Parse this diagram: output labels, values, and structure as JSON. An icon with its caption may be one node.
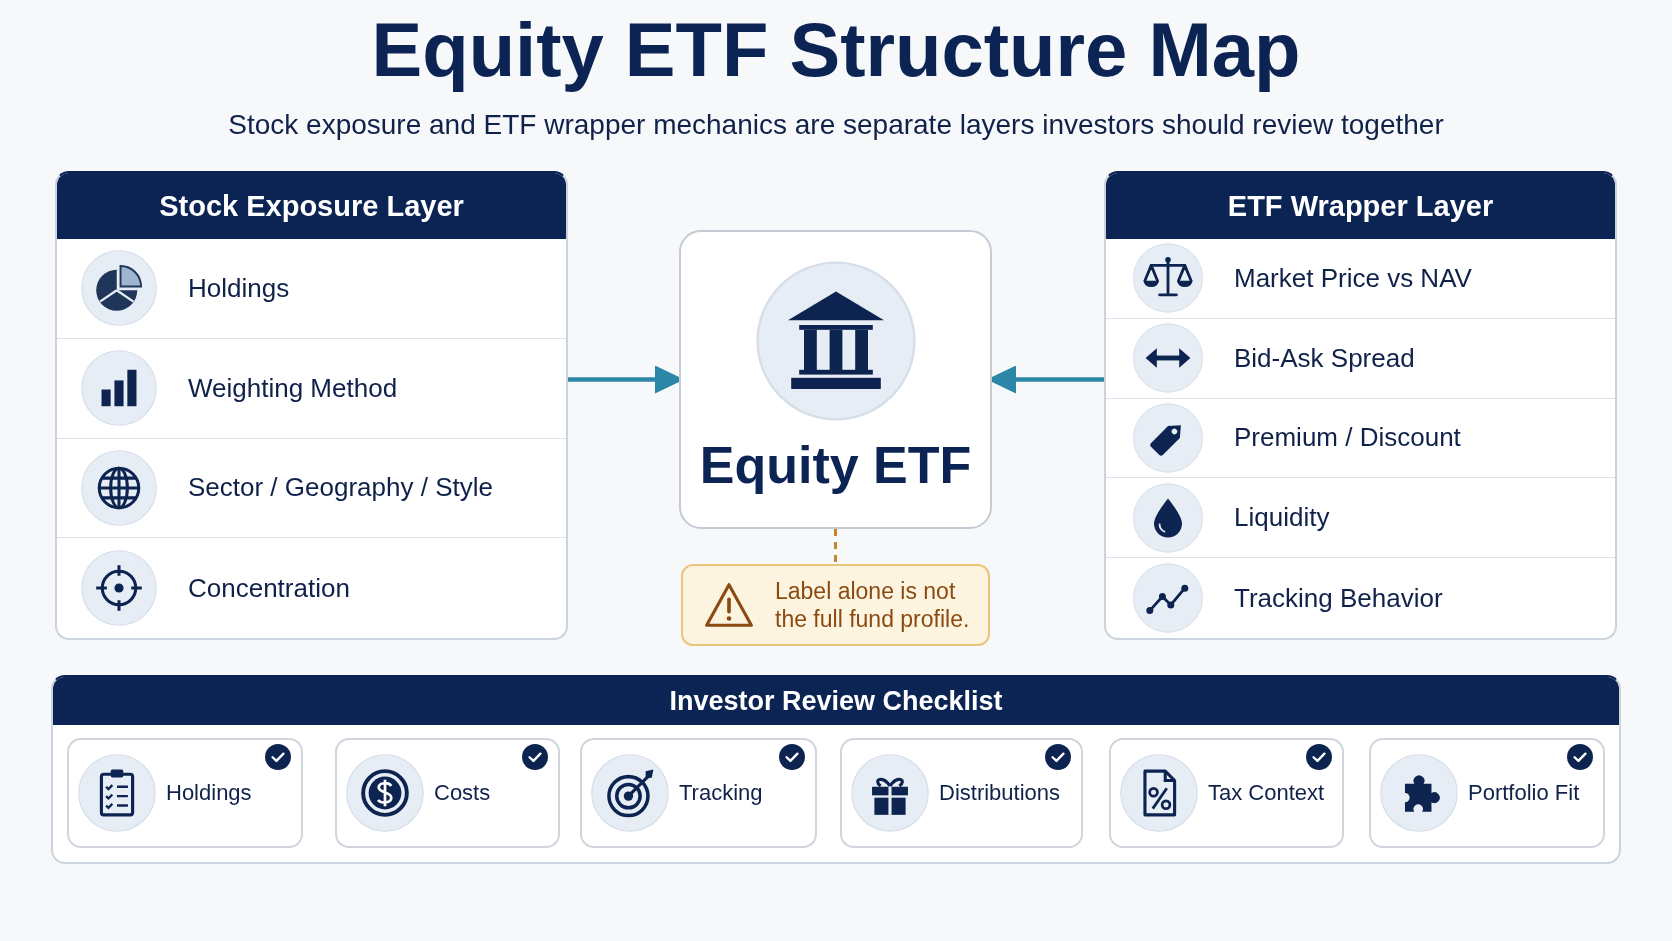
{
  "diagram": {
    "title": "Equity ETF Structure Map",
    "nodes": [
      {
        "text": [
          "Stock Exposure Layer"
        ]
      },
      {
        "text": [
          "Holdings"
        ],
        "in": 0
      },
      {
        "text": [
          "Weighting Method"
        ],
        "in": 0
      },
      {
        "text": [
          "Sector / Geography / Style"
        ],
        "in": 0
      },
      {
        "text": [
          "Concentration"
        ],
        "in": 0
      },
      {
        "text": [
          "Equity ETF"
        ]
      },
      {
        "text": [
          "ETF Wrapper Layer"
        ]
      },
      {
        "text": [
          "Market Price vs NAV"
        ],
        "in": 6
      },
      {
        "text": [
          "Bid-Ask Spread"
        ],
        "in": 6
      },
      {
        "text": [
          "Premium / Discount"
        ],
        "in": 6
      },
      {
        "text": [
          "Liquidity"
        ],
        "in": 6
      },
      {
        "text": [
          "Tracking Behavior"
        ],
        "in": 6
      },
      {
        "text": [
          "Label alone is not the full fund profile."
        ]
      },
      {
        "text": [
          "Investor Review Checklist"
        ]
      },
      {
        "text": [
          "Holdings"
        ],
        "in": 13
      },
      {
        "text": [
          "Costs"
        ],
        "in": 13
      },
      {
        "text": [
          "Tracking"
        ],
        "in": 13
      },
      {
        "text": [
          "Distributions"
        ],
        "in": 13
      },
      {
        "text": [
          "Tax Context"
        ],
        "in": 13
      },
      {
        "text": [
          "Portfolio Fit"
        ],
        "in": 13
      }
    ],
    "edges": [
      {
        "from": 0,
        "to": 5,
        "arrow": "to"
      },
      {
        "from": 6,
        "to": 5,
        "arrow": "to"
      },
      {
        "from": 5,
        "to": 12,
        "arrow": "none",
        "style": "dashed",
        "color": "#c8842c"
      }
    ],
    "labels": [
      "Stock exposure and ETF wrapper mechanics are separate layers investors should review together"
    ]
  }
}
